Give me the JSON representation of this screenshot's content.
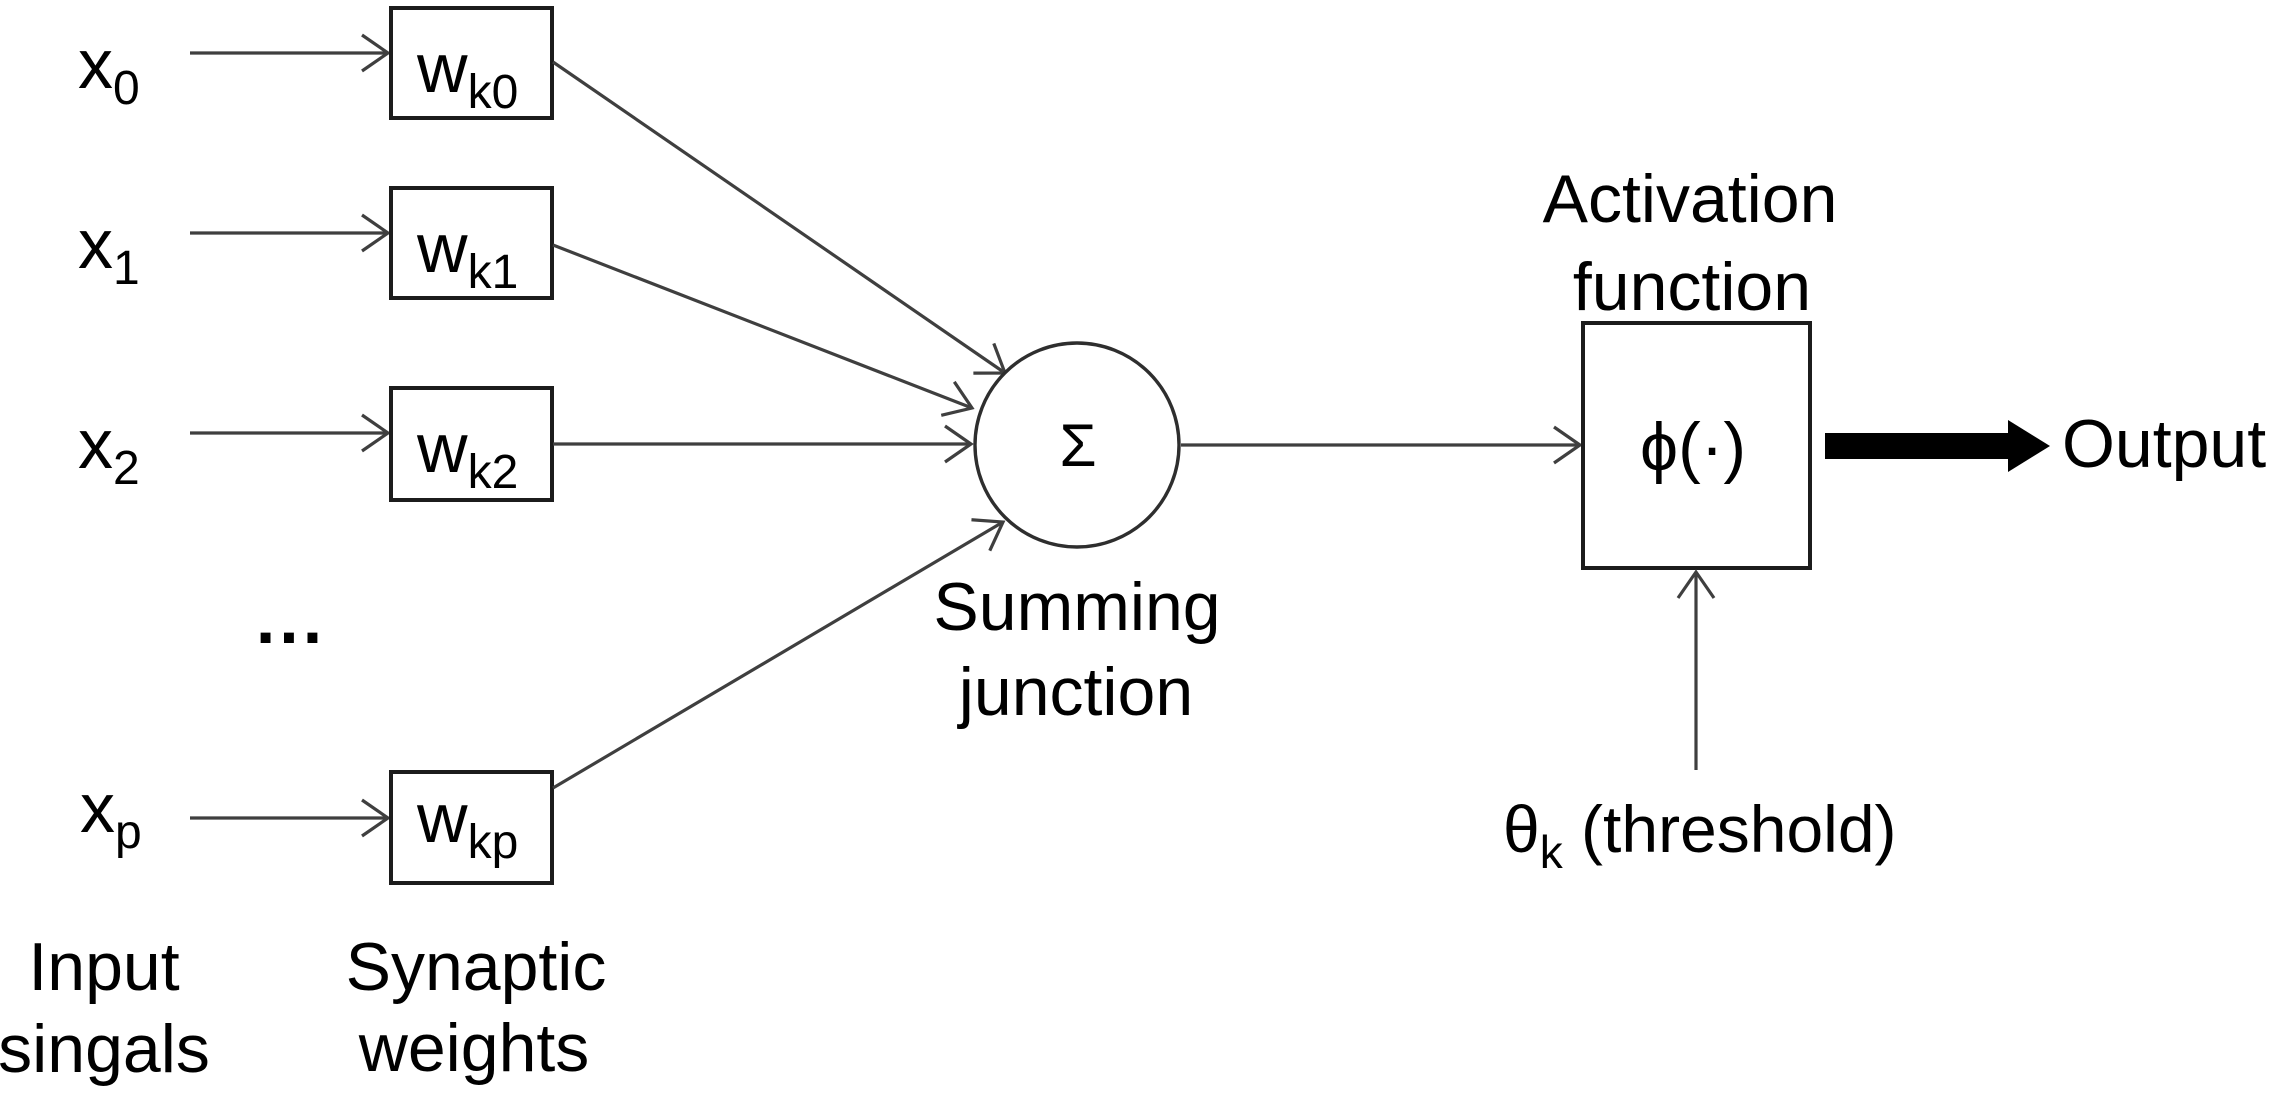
{
  "colors": {
    "ink": "#000000",
    "line": "#3f3f3f",
    "box_border": "#1c1c1c",
    "background": "#ffffff"
  },
  "diagram": {
    "inputs": [
      {
        "base": "x",
        "sub": "0"
      },
      {
        "base": "x",
        "sub": "1"
      },
      {
        "base": "x",
        "sub": "2"
      },
      {
        "base": "x",
        "sub": "p"
      }
    ],
    "ellipsis": "...",
    "weights": [
      {
        "base": "w",
        "sub": "k0"
      },
      {
        "base": "w",
        "sub": "k1"
      },
      {
        "base": "w",
        "sub": "k2"
      },
      {
        "base": "w",
        "sub": "kp"
      }
    ],
    "summing": {
      "symbol": "Σ",
      "label_line1": "Summing",
      "label_line2": "junction"
    },
    "activation": {
      "label_line1": "Activation",
      "label_line2": "function",
      "symbol": "ϕ(·)"
    },
    "threshold": {
      "base": "θ",
      "sub": "k",
      "rest": " (threshold)"
    },
    "output_label": "Output",
    "captions": {
      "inputs_line1": "Input",
      "inputs_line2": "singals",
      "weights_line1": "Synaptic",
      "weights_line2": "weights"
    }
  }
}
